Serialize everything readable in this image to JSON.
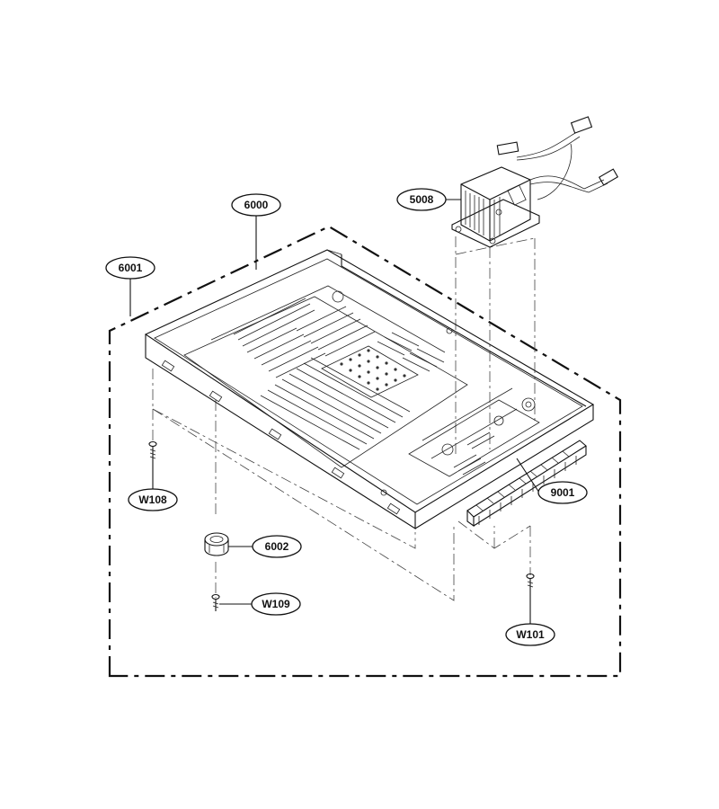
{
  "callouts": {
    "tray": "6000",
    "boundary": "6001",
    "transformer": "5008",
    "foot": "6002",
    "filter": "9001",
    "screw_left": "W108",
    "screw_foot": "W109",
    "screw_right": "W101"
  }
}
